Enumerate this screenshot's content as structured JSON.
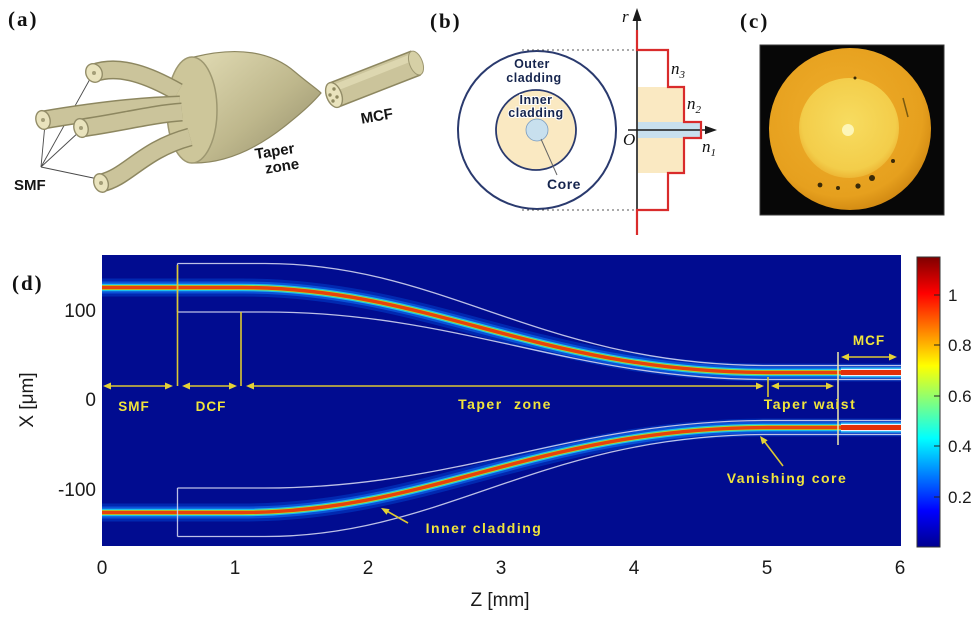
{
  "panel_a": {
    "tag": "(a)",
    "smf_label": "SMF",
    "taper_zone_label_line1": "Taper",
    "taper_zone_label_line2": "zone",
    "mcf_label": "MCF"
  },
  "panel_b": {
    "tag": "(b)",
    "outer_cladding_line1": "Outer",
    "outer_cladding_line2": "cladding",
    "inner_cladding_line1": "Inner",
    "inner_cladding_line2": "cladding",
    "core_label": "Core",
    "r_axis_label": "r",
    "origin_label": "O",
    "index_labels": [
      {
        "base": "n",
        "sub": "3"
      },
      {
        "base": "n",
        "sub": "2"
      },
      {
        "base": "n",
        "sub": "1"
      }
    ]
  },
  "panel_c": {
    "tag": "(c)"
  },
  "panel_d": {
    "tag": "(d)",
    "annotations": {
      "smf": "SMF",
      "dcf": "DCF",
      "taper_zone": "Taper zone",
      "taper_waist": "Taper waist",
      "mcf": "MCF",
      "vanishing_core": "Vanishing core",
      "inner_cladding": "Inner cladding"
    }
  },
  "chart_data": {
    "type": "heatmap",
    "title": "",
    "xlabel": "Z [mm]",
    "ylabel": "X [μm]",
    "xlim": [
      0,
      6
    ],
    "ylim": [
      -160,
      160
    ],
    "xticks": [
      "0",
      "1",
      "2",
      "3",
      "4",
      "5",
      "6"
    ],
    "yticks": [
      "100",
      "0",
      "-100"
    ],
    "grid": false,
    "colormap": "jet",
    "colorbar_position": "right",
    "colorbar_ticks": [
      "1",
      "0.8",
      "0.6",
      "0.4",
      "0.2"
    ],
    "colorbar_range": [
      0,
      1.15
    ],
    "fiber_sections": [
      {
        "name": "SMF",
        "z_mm": [
          0,
          0.55
        ]
      },
      {
        "name": "DCF",
        "z_mm": [
          0.55,
          1.05
        ]
      },
      {
        "name": "Taper zone",
        "z_mm": [
          1.05,
          5.0
        ]
      },
      {
        "name": "Taper waist",
        "z_mm": [
          5.0,
          5.55
        ]
      },
      {
        "name": "MCF",
        "z_mm": [
          5.55,
          6.0
        ]
      }
    ],
    "beam_traces": [
      {
        "name": "upper inner-cladding light",
        "x_um_start": 125,
        "x_um_end": 31,
        "peak_intensity": 1.0
      },
      {
        "name": "lower inner-cladding light",
        "x_um_start": -125,
        "x_um_end": -31,
        "peak_intensity": 1.0
      }
    ],
    "cladding_outline_um": {
      "dcf_outer": 152,
      "dcf_inner": 98,
      "waist_outer": 41,
      "waist_inner": 23
    }
  }
}
